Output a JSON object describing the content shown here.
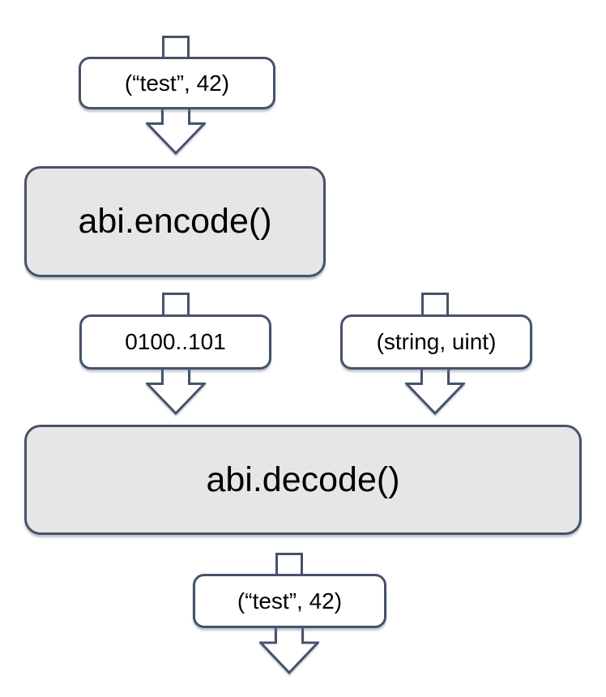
{
  "colors": {
    "stroke": "#47526b",
    "process_fill": "#e6e6e6",
    "data_fill": "#ffffff",
    "text": "#000000",
    "background": "#ffffff"
  },
  "nodes": {
    "input_tuple": {
      "label": "(“test”, 42)"
    },
    "encode": {
      "label": "abi.encode()"
    },
    "encoded_bytes": {
      "label": "0100..101"
    },
    "types_tuple": {
      "label": "(string, uint)"
    },
    "decode": {
      "label": "abi.decode()"
    },
    "output_tuple": {
      "label": "(“test”, 42)"
    }
  }
}
